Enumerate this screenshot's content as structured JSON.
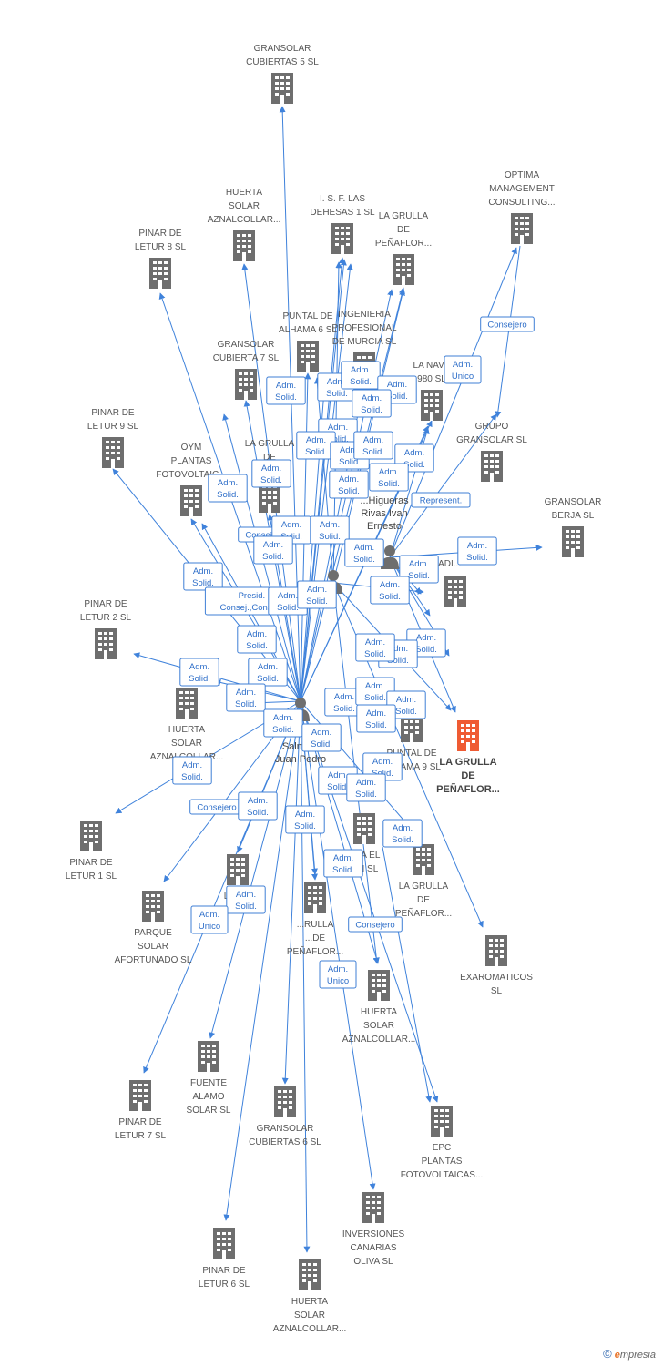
{
  "colors": {
    "edge": "#3f82db",
    "company": "#6e6e6e",
    "main_company": "#ef5b33",
    "person": "#6e6e6e",
    "label": "#555555"
  },
  "companies": [
    {
      "id": "c01",
      "lines": [
        "GRANSOLAR",
        "CUBIERTAS 5 SL"
      ]
    },
    {
      "id": "c02",
      "lines": [
        "OPTIMA",
        "MANAGEMENT",
        "CONSULTING..."
      ]
    },
    {
      "id": "c03",
      "lines": [
        "HUERTA",
        "SOLAR",
        "AZNALCOLLAR..."
      ]
    },
    {
      "id": "c04",
      "lines": [
        "I. S. F. LAS",
        "DEHESAS 1 SL"
      ]
    },
    {
      "id": "c05",
      "lines": [
        "LA GRULLA",
        "DE",
        "PEÑAFLOR..."
      ]
    },
    {
      "id": "c06",
      "lines": [
        "PINAR DE",
        "LETUR 8 SL"
      ]
    },
    {
      "id": "c07",
      "lines": [
        "PUNTAL DE",
        "ALHAMA 6 SL"
      ]
    },
    {
      "id": "c08",
      "lines": [
        "INGENIERIA",
        "PROFESIONAL",
        "DE MURCIA SL"
      ]
    },
    {
      "id": "c09",
      "lines": [
        "GRANSOLAR",
        "CUBIERTA 7 SL"
      ]
    },
    {
      "id": "c10",
      "lines": [
        "LA NAVE",
        "980 SL"
      ]
    },
    {
      "id": "c11",
      "lines": [
        "PINAR DE",
        "LETUR 9 SL"
      ]
    },
    {
      "id": "c12",
      "lines": [
        "GRUPO",
        "GRANSOLAR SL"
      ]
    },
    {
      "id": "c13",
      "lines": [
        "LA GRULLA",
        "DE",
        "PE..."
      ]
    },
    {
      "id": "c14",
      "lines": [
        "OYM",
        "PLANTAS",
        "FOTOVOLTAIC..."
      ]
    },
    {
      "id": "c15",
      "lines": [
        "GRANSOLAR",
        "BERJA SL"
      ]
    },
    {
      "id": "c16",
      "lines": [
        "RADI..."
      ]
    },
    {
      "id": "c17",
      "lines": [
        "PINAR DE",
        "LETUR 2 SL"
      ]
    },
    {
      "id": "c18",
      "lines": [
        "LA GRULLA",
        "DE",
        "PEÑAFLOR..."
      ],
      "main": true
    },
    {
      "id": "c19",
      "lines": [
        "HUERTA",
        "SOLAR",
        "AZNALCOLLAR..."
      ]
    },
    {
      "id": "c20",
      "lines": [
        "PUNTAL DE",
        "ALHAMA 9 SL"
      ]
    },
    {
      "id": "c21",
      "lines": [
        "...TA EL",
        "...N SL"
      ]
    },
    {
      "id": "c22",
      "lines": [
        "PINAR DE",
        "LETUR 1 SL"
      ]
    },
    {
      "id": "c23",
      "lines": [
        "LA GRULLA",
        "DE",
        "PEÑAFLOR..."
      ]
    },
    {
      "id": "c24",
      "lines": [
        "PARQUE",
        "SOLAR",
        "AFORTUNADO SL"
      ]
    },
    {
      "id": "c25",
      "lines": [
        "LA G...",
        "...FLOR..."
      ]
    },
    {
      "id": "c26",
      "lines": [
        "...RULLA",
        "...DE",
        "PEÑAFLOR..."
      ]
    },
    {
      "id": "c27",
      "lines": [
        "EXAROMATICOS",
        "SL"
      ]
    },
    {
      "id": "c28",
      "lines": [
        "HUERTA",
        "SOLAR",
        "AZNALCOLLAR..."
      ]
    },
    {
      "id": "c29",
      "lines": [
        "FUENTE",
        "ALAMO",
        "SOLAR SL"
      ]
    },
    {
      "id": "c30",
      "lines": [
        "PINAR DE",
        "LETUR 7 SL"
      ]
    },
    {
      "id": "c31",
      "lines": [
        "GRANSOLAR",
        "CUBIERTAS 6 SL"
      ]
    },
    {
      "id": "c32",
      "lines": [
        "EPC",
        "PLANTAS",
        "FOTOVOLTAICAS..."
      ]
    },
    {
      "id": "c33",
      "lines": [
        "INVERSIONES",
        "CANARIAS",
        "OLIVA SL"
      ]
    },
    {
      "id": "c34",
      "lines": [
        "PINAR DE",
        "LETUR 6 SL"
      ]
    },
    {
      "id": "c35",
      "lines": [
        "HUERTA",
        "SOLAR",
        "AZNALCOLLAR..."
      ]
    }
  ],
  "persons": [
    {
      "id": "p1",
      "lines": [
        "Salme...",
        "Juan Pedro"
      ]
    },
    {
      "id": "p2",
      "lines": [
        "...Higueras",
        "Rivas Ivan",
        "Ernesto"
      ]
    },
    {
      "id": "p3",
      "lines": []
    }
  ],
  "relations": [
    {
      "id": "r01",
      "lines": [
        "Consejero"
      ]
    },
    {
      "id": "r02",
      "lines": [
        "Adm.",
        "Unico"
      ]
    },
    {
      "id": "r03",
      "lines": [
        "Adm.",
        "Solid."
      ]
    },
    {
      "id": "r04",
      "lines": [
        "Adm.",
        "Solid."
      ]
    },
    {
      "id": "r05",
      "lines": [
        "Adm.",
        "Solid."
      ]
    },
    {
      "id": "r06",
      "lines": [
        "Adm.",
        "Solid."
      ]
    },
    {
      "id": "r07",
      "lines": [
        "Adm.",
        "Solid."
      ]
    },
    {
      "id": "r08",
      "lines": [
        "Adm.",
        "Solid."
      ]
    },
    {
      "id": "r09",
      "lines": [
        "Adm.",
        "Solid."
      ]
    },
    {
      "id": "r10",
      "lines": [
        "Adm.",
        "Solid."
      ]
    },
    {
      "id": "r11",
      "lines": [
        "Adm.",
        "Solid."
      ]
    },
    {
      "id": "r12",
      "lines": [
        "Adm.",
        "Solid."
      ]
    },
    {
      "id": "r13",
      "lines": [
        "Adm.",
        "Solid."
      ]
    },
    {
      "id": "r14",
      "lines": [
        "Adm.",
        "Solid."
      ]
    },
    {
      "id": "r15",
      "lines": [
        "Adm.",
        "Solid."
      ]
    },
    {
      "id": "r16",
      "lines": [
        "Adm.",
        "Solid."
      ]
    },
    {
      "id": "r17",
      "lines": [
        "Represent."
      ]
    },
    {
      "id": "r18",
      "lines": [
        "Consejero"
      ]
    },
    {
      "id": "r19",
      "lines": [
        "Adm.",
        "Solid."
      ]
    },
    {
      "id": "r20",
      "lines": [
        "Adm.",
        "Solid."
      ]
    },
    {
      "id": "r21",
      "lines": [
        "Adm.",
        "Solid."
      ]
    },
    {
      "id": "r22",
      "lines": [
        "Adm.",
        "Solid."
      ]
    },
    {
      "id": "r23",
      "lines": [
        "Adm.",
        "Solid."
      ]
    },
    {
      "id": "r24",
      "lines": [
        "Adm.",
        "Solid."
      ]
    },
    {
      "id": "r25",
      "lines": [
        "Adm.",
        "Solid."
      ]
    },
    {
      "id": "r26",
      "lines": [
        "Presid. ,",
        "Consej.,Consej...."
      ]
    },
    {
      "id": "r27",
      "lines": [
        "Adm.",
        "Solid."
      ]
    },
    {
      "id": "r28",
      "lines": [
        "Adm.",
        "Solid."
      ]
    },
    {
      "id": "r29",
      "lines": [
        "Adm.",
        "Solid."
      ]
    },
    {
      "id": "r30",
      "lines": [
        "Adm.",
        "Solid."
      ]
    },
    {
      "id": "r31",
      "lines": [
        "Adm.",
        "Solid."
      ]
    },
    {
      "id": "r32",
      "lines": [
        "Adm.",
        "Solid."
      ]
    },
    {
      "id": "r33",
      "lines": [
        "Adm.",
        "Solid."
      ]
    },
    {
      "id": "r34",
      "lines": [
        "Adm.",
        "Solid."
      ]
    },
    {
      "id": "r35",
      "lines": [
        "Adm.",
        "Solid."
      ]
    },
    {
      "id": "r36",
      "lines": [
        "Adm.",
        "Solid."
      ]
    },
    {
      "id": "r37",
      "lines": [
        "Adm.",
        "Solid."
      ]
    },
    {
      "id": "r38",
      "lines": [
        "Adm.",
        "Solid."
      ]
    },
    {
      "id": "r39",
      "lines": [
        "Adm.",
        "Solid."
      ]
    },
    {
      "id": "r40",
      "lines": [
        "Adm.",
        "Solid."
      ]
    },
    {
      "id": "r41",
      "lines": [
        "Adm.",
        "Solid."
      ]
    },
    {
      "id": "r42",
      "lines": [
        "Adm.",
        "Solid."
      ]
    },
    {
      "id": "r43",
      "lines": [
        "Adm.",
        "Solid."
      ]
    },
    {
      "id": "r44",
      "lines": [
        "Consejero"
      ]
    },
    {
      "id": "r45",
      "lines": [
        "Adm.",
        "Solid."
      ]
    },
    {
      "id": "r46",
      "lines": [
        "Adm.",
        "Solid."
      ]
    },
    {
      "id": "r47",
      "lines": [
        "Adm.",
        "Solid."
      ]
    },
    {
      "id": "r48",
      "lines": [
        "Adm.",
        "Solid."
      ]
    },
    {
      "id": "r49",
      "lines": [
        "Adm.",
        "Solid."
      ]
    },
    {
      "id": "r50",
      "lines": [
        "Adm.",
        "Solid."
      ]
    },
    {
      "id": "r51",
      "lines": [
        "Adm.",
        "Solid."
      ]
    },
    {
      "id": "r52",
      "lines": [
        "Consejero"
      ]
    },
    {
      "id": "r53",
      "lines": [
        "Adm.",
        "Unico"
      ]
    },
    {
      "id": "r54",
      "lines": [
        "Adm.",
        "Solid."
      ]
    },
    {
      "id": "r55",
      "lines": [
        "Adm.",
        "Unico"
      ]
    }
  ],
  "brand": {
    "copyright": "©",
    "e": "e",
    "rest": "mpresia"
  }
}
